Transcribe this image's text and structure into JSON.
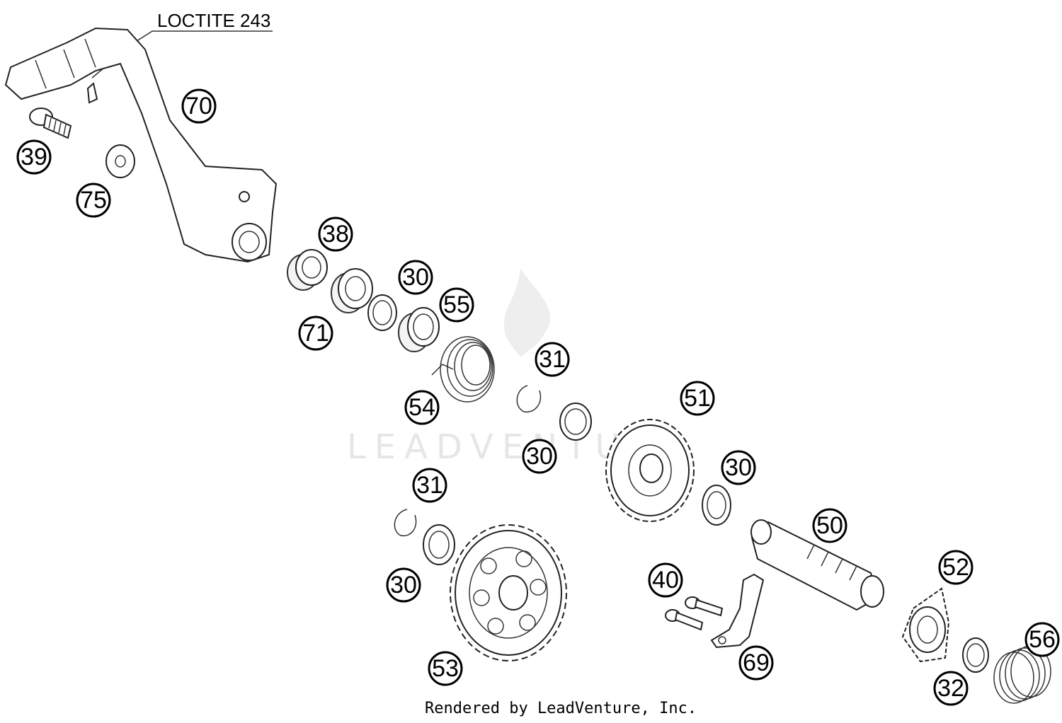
{
  "note": "LOCTITE 243",
  "watermark": "LEADVENTURE",
  "footer": "Rendered by LeadVenture, Inc.",
  "callouts": [
    "70",
    "39",
    "75",
    "38",
    "30",
    "55",
    "71",
    "31",
    "54",
    "30",
    "51",
    "30",
    "31",
    "30",
    "50",
    "40",
    "52",
    "53",
    "69",
    "56",
    "32"
  ]
}
